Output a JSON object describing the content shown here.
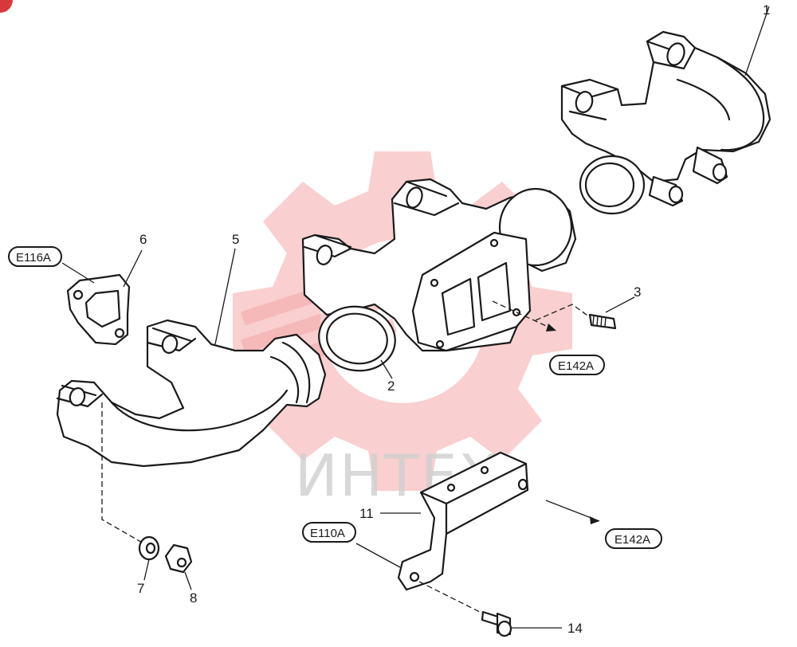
{
  "watermark": {
    "text": "ИНТЕХ",
    "color": "#f4a7a7"
  },
  "callouts": [
    {
      "id": "1",
      "label": "1"
    },
    {
      "id": "2",
      "label": "2"
    },
    {
      "id": "3",
      "label": "3"
    },
    {
      "id": "5",
      "label": "5"
    },
    {
      "id": "6",
      "label": "6"
    },
    {
      "id": "7",
      "label": "7"
    },
    {
      "id": "8",
      "label": "8"
    },
    {
      "id": "11",
      "label": "11"
    },
    {
      "id": "14",
      "label": "14"
    }
  ],
  "references": {
    "e116a": "E116A",
    "e142a_top": "E142A",
    "e110a": "E110A",
    "e142a_bottom": "E142A"
  },
  "accent_color": "#d9383a"
}
